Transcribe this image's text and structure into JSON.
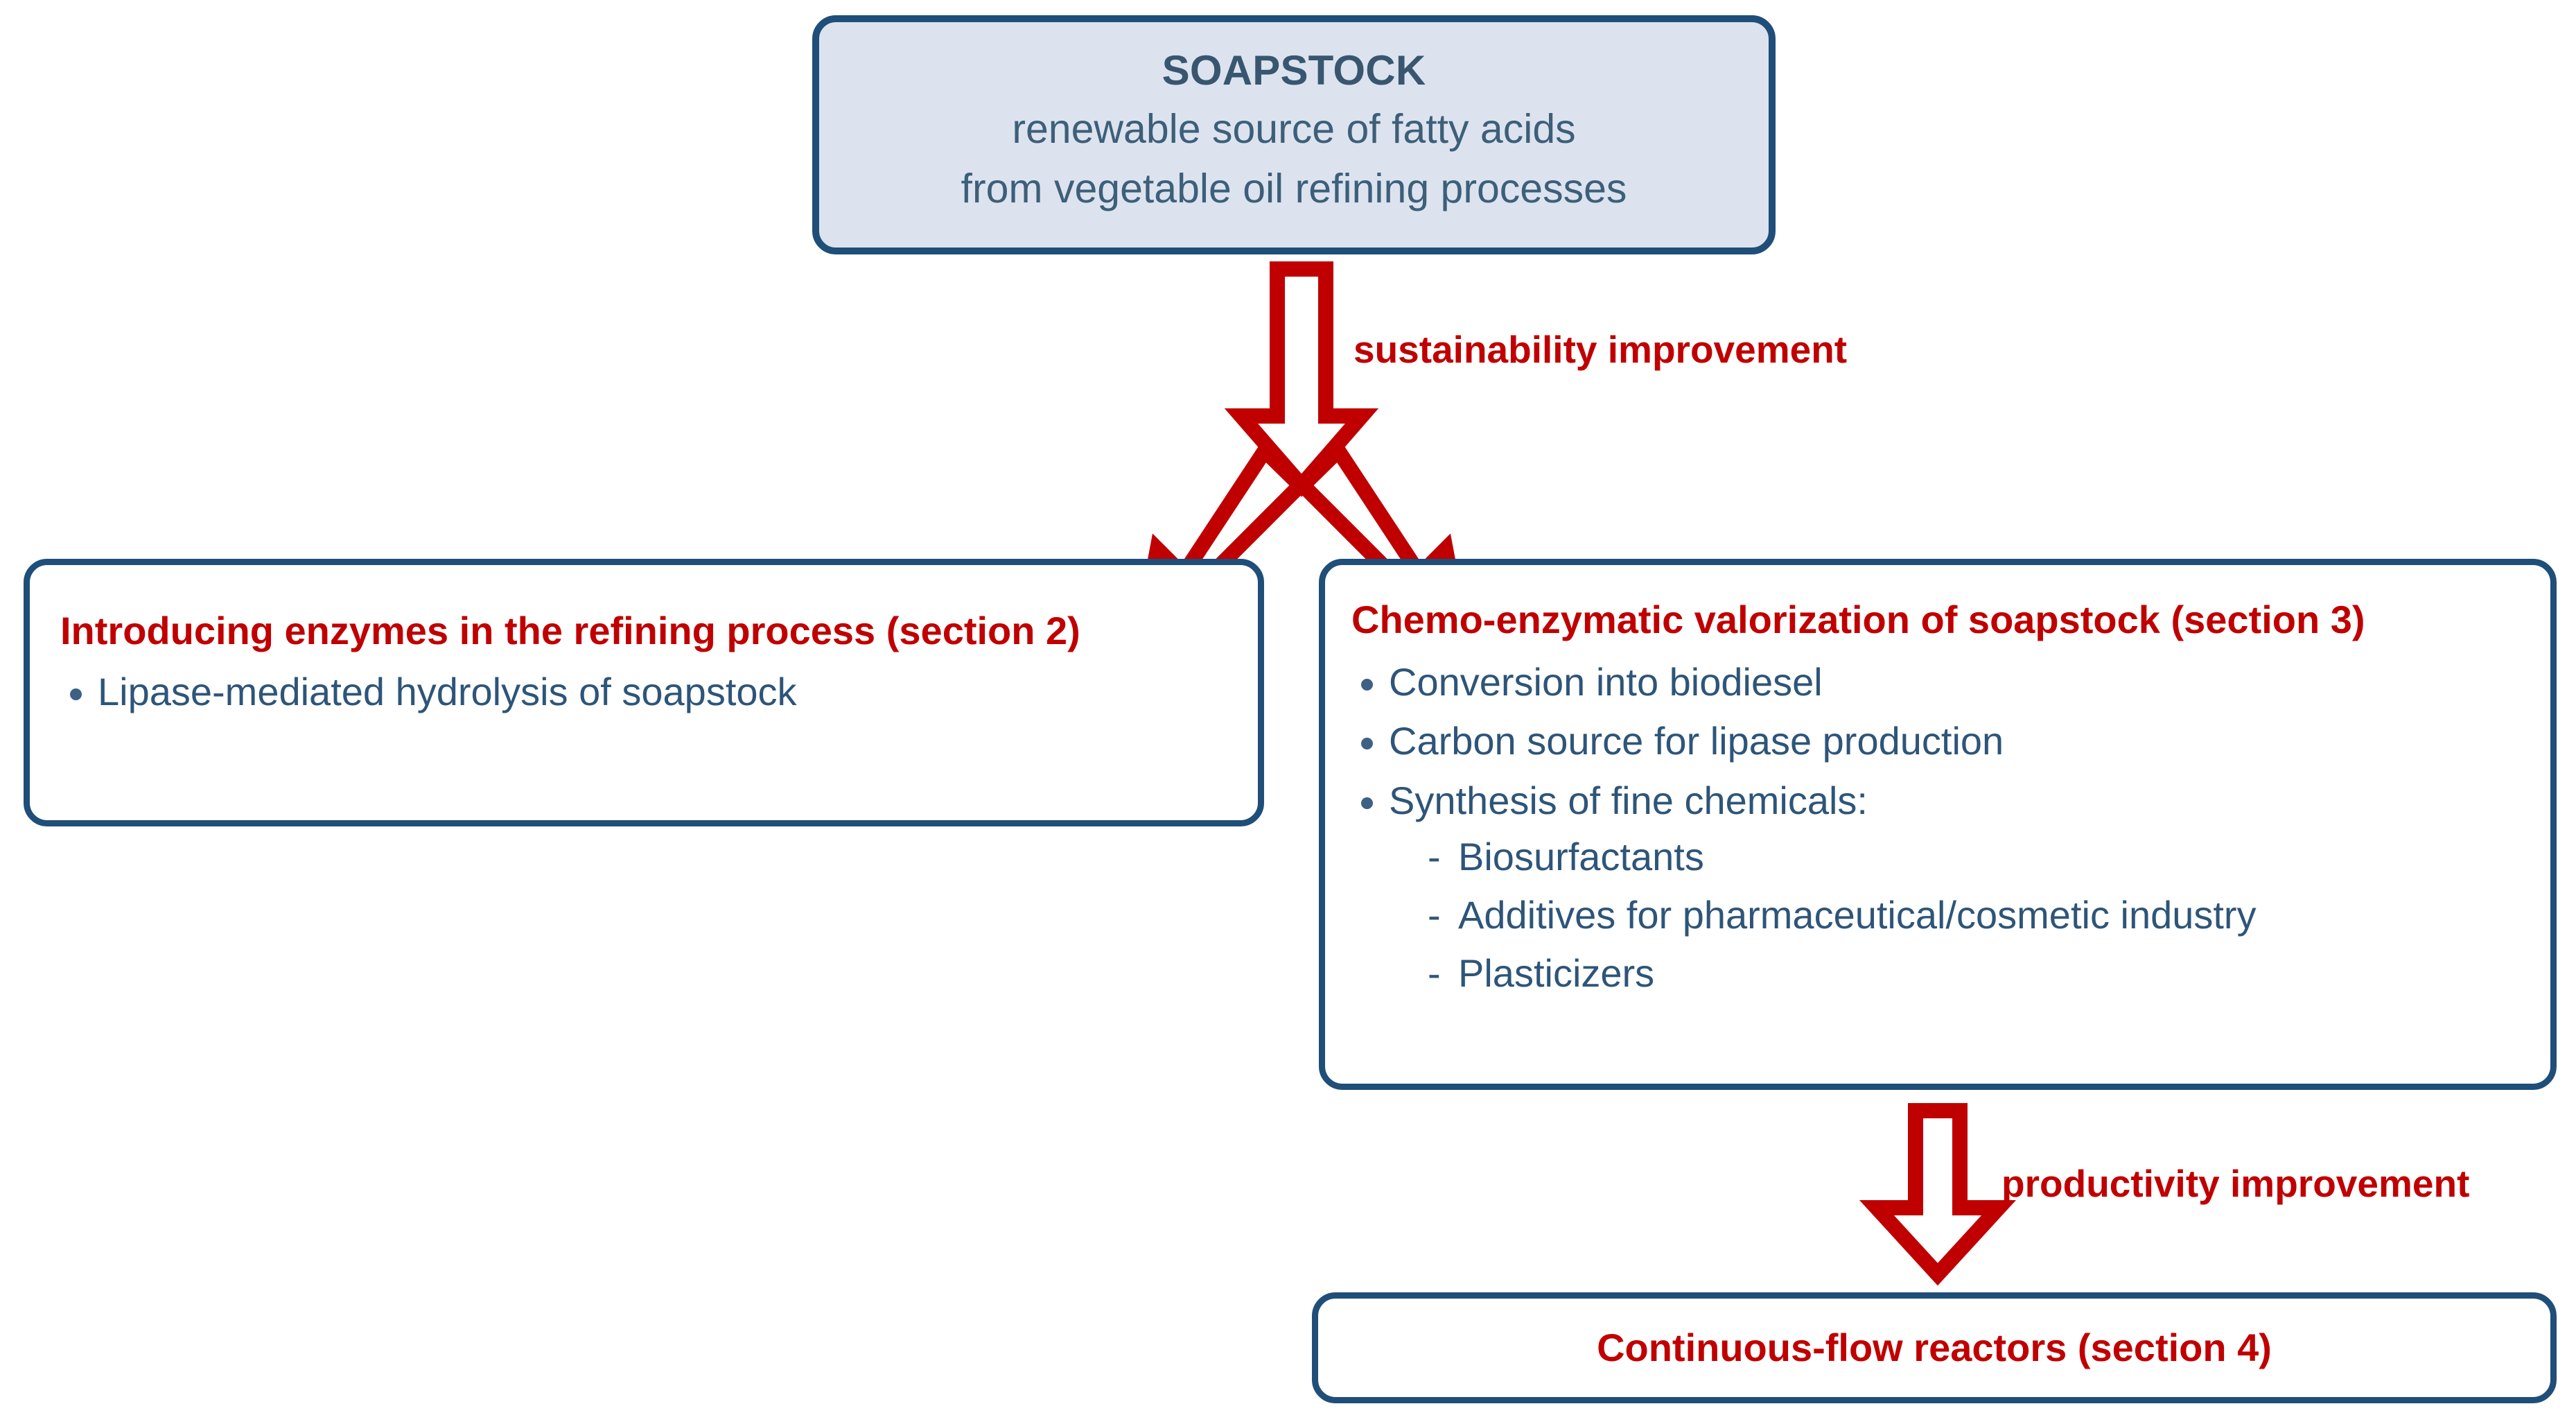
{
  "diagram": {
    "title": "Soapstock valorization scheme",
    "colors": {
      "box_border": "#1f4e79",
      "box_fill_light": "#dce3ef",
      "accent_red": "#c00000",
      "body_text": "#2e5579",
      "background": "#ffffff"
    }
  },
  "nodes": {
    "soapstock": {
      "title": "SOAPSTOCK",
      "line1": "renewable source of fatty acids",
      "line2": "from vegetable oil refining processes"
    },
    "left": {
      "heading": "Introducing enzymes in the refining process (section 2)",
      "bullets": [
        "Lipase-mediated hydrolysis of soapstock"
      ]
    },
    "right": {
      "heading": "Chemo-enzymatic valorization of soapstock (section 3)",
      "bullets": [
        "Conversion into biodiesel",
        "Carbon source for lipase production",
        "Synthesis of fine chemicals:"
      ],
      "sub_bullets": [
        "Biosurfactants",
        "Additives for pharmaceutical/cosmetic industry",
        "Plasticizers"
      ],
      "sub_bullet_marker": "-"
    },
    "bottom": {
      "heading": "Continuous-flow reactors (section 4)"
    }
  },
  "arrows": {
    "sustainability_label": "sustainability improvement",
    "productivity_label": "productivity improvement"
  }
}
